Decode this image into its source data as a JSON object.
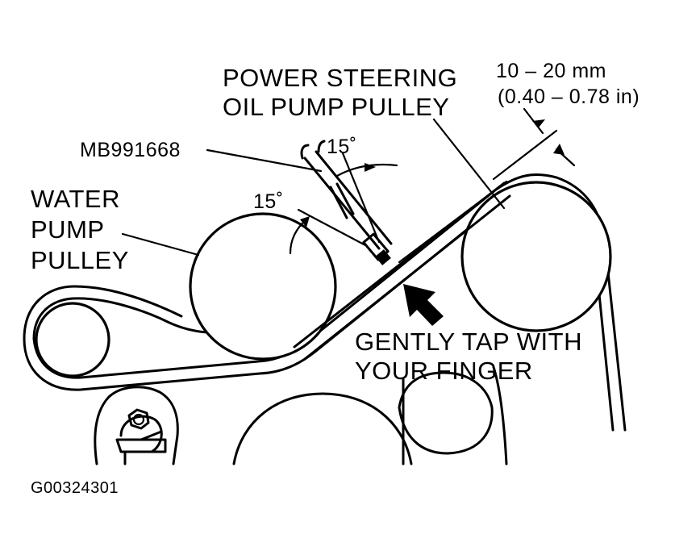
{
  "labels": {
    "ps_pulley_line1": "POWER STEERING",
    "ps_pulley_line2": "OIL PUMP PULLEY",
    "deflection_line1": "10 –  20 mm",
    "deflection_line2": "(0.40 – 0.78 in)",
    "tool": "MB991668",
    "angle_upper": "15˚",
    "angle_lower": "15˚",
    "wp_line1": "WATER",
    "wp_line2": "PUMP",
    "wp_line3": "PULLEY",
    "tap_line1": "GENTLY TAP WITH",
    "tap_line2": "YOUR FINGER",
    "figure_id": "G00324301"
  },
  "colors": {
    "ink": "#000000",
    "paper": "#ffffff"
  }
}
